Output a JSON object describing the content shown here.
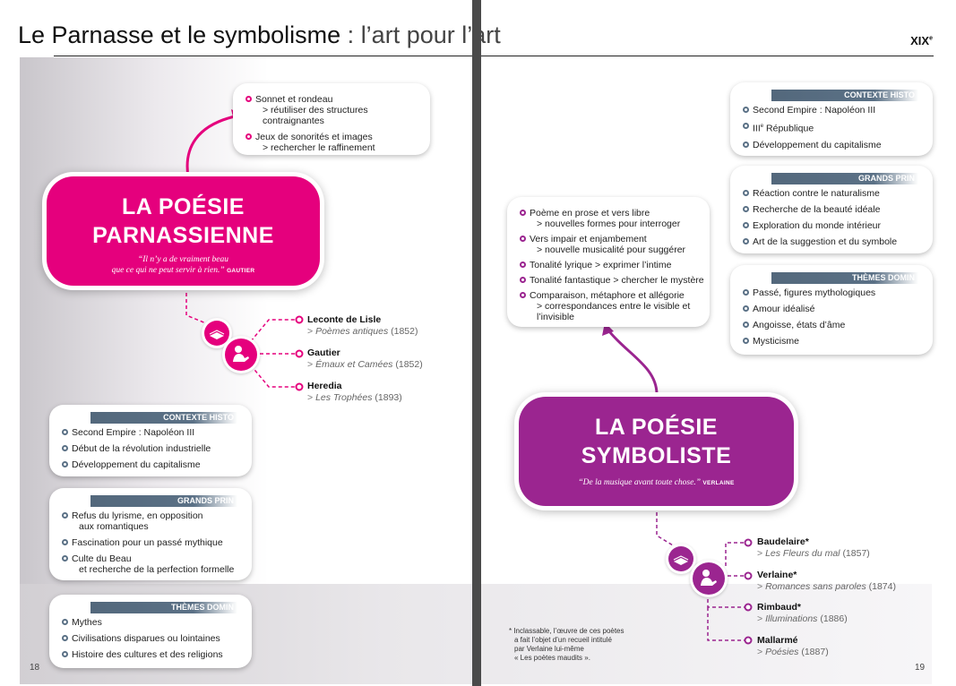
{
  "header": {
    "title_strong": "Le Parnasse et le symbolisme",
    "title_sep": " : ",
    "title_light": "l’art pour l’art",
    "century": "XIX",
    "century_sup": "e"
  },
  "colors": {
    "pink": "#e5007d",
    "purple": "#9b2590",
    "slate": "#5b7186"
  },
  "left": {
    "techniques": [
      {
        "line1": "Sonnet et rondeau",
        "line2": "> réutiliser des structures contraignantes"
      },
      {
        "line1": "Jeux de sonorités et images",
        "line2": "> rechercher le raffinement"
      }
    ],
    "main": {
      "title_line1": "LA POÉSIE",
      "title_line2": "PARNASSIENNE",
      "quote_line1": "“Il n’y a de vraiment beau",
      "quote_line2": "que ce qui ne peut servir à rien.”",
      "quote_author": "GAUTIER"
    },
    "authors": [
      {
        "name": "Leconte de Lisle",
        "work": "Poèmes antiques",
        "year": "(1852)"
      },
      {
        "name": "Gautier",
        "work": "Émaux et Camées",
        "year": "(1852)"
      },
      {
        "name": "Heredia",
        "work": "Les Trophées",
        "year": "(1893)"
      }
    ],
    "contexte": {
      "heading": "CONTEXTE HISTO",
      "items": [
        "Second Empire : Napoléon III",
        "Début de la révolution industrielle",
        "Développement du capitalisme"
      ]
    },
    "principes": {
      "heading": "GRANDS PRIN",
      "items": [
        {
          "line1": "Refus du lyrisme, en opposition",
          "line2": "aux romantiques"
        },
        {
          "line1": "Fascination pour un passé mythique",
          "line2": ""
        },
        {
          "line1": "Culte du Beau",
          "line2": "et recherche de la perfection formelle"
        }
      ]
    },
    "themes": {
      "heading": "THÈMES DOMIN",
      "items": [
        "Mythes",
        "Civilisations disparues ou lointaines",
        "Histoire des cultures et des religions"
      ]
    },
    "page_number": "18"
  },
  "right": {
    "contexte": {
      "heading": "CONTEXTE HISTO",
      "items": [
        {
          "text": "Second Empire : Napoléon III",
          "sup": ""
        },
        {
          "text": "III",
          "sup": "e",
          "rest": " République"
        },
        {
          "text": "Développement du capitalisme",
          "sup": ""
        }
      ]
    },
    "principes": {
      "heading": "GRANDS PRIN",
      "items": [
        "Réaction contre le naturalisme",
        "Recherche de la beauté idéale",
        "Exploration du monde intérieur",
        "Art de la suggestion et du symbole"
      ]
    },
    "themes": {
      "heading": "THÈMES DOMIN",
      "items": [
        "Passé, figures mythologiques",
        "Amour idéalisé",
        "Angoisse, états d’âme",
        "Mysticisme"
      ]
    },
    "techniques": [
      {
        "line1": "Poème en prose et vers libre",
        "line2": "> nouvelles formes pour interroger"
      },
      {
        "line1": "Vers impair et enjambement",
        "line2": "> nouvelle musicalité pour suggérer"
      },
      {
        "line1": "Tonalité lyrique > exprimer l’intime",
        "line2": ""
      },
      {
        "line1": "Tonalité fantastique > chercher le mystère",
        "line2": ""
      },
      {
        "line1": "Comparaison, métaphore et allégorie",
        "line2": "> correspondances entre le visible et l’invisible"
      }
    ],
    "main": {
      "title_line1": "LA POÉSIE",
      "title_line2": "SYMBOLISTE",
      "quote": "“De la musique avant toute chose.”",
      "quote_author": "VERLAINE"
    },
    "authors": [
      {
        "name": "Baudelaire*",
        "work": "Les Fleurs du mal",
        "year": "(1857)"
      },
      {
        "name": "Verlaine*",
        "work": "Romances sans paroles",
        "year": "(1874)"
      },
      {
        "name": "Rimbaud*",
        "work": "Illuminations",
        "year": "(1886)"
      },
      {
        "name": "Mallarmé",
        "work": "Poésies",
        "year": "(1887)"
      }
    ],
    "note_lines": [
      "* Inclassable, l’œuvre de ces poètes",
      "a fait l’objet d’un recueil intitulé",
      "par Verlaine lui-même",
      "« Les poètes maudits »."
    ],
    "page_number": "19"
  }
}
